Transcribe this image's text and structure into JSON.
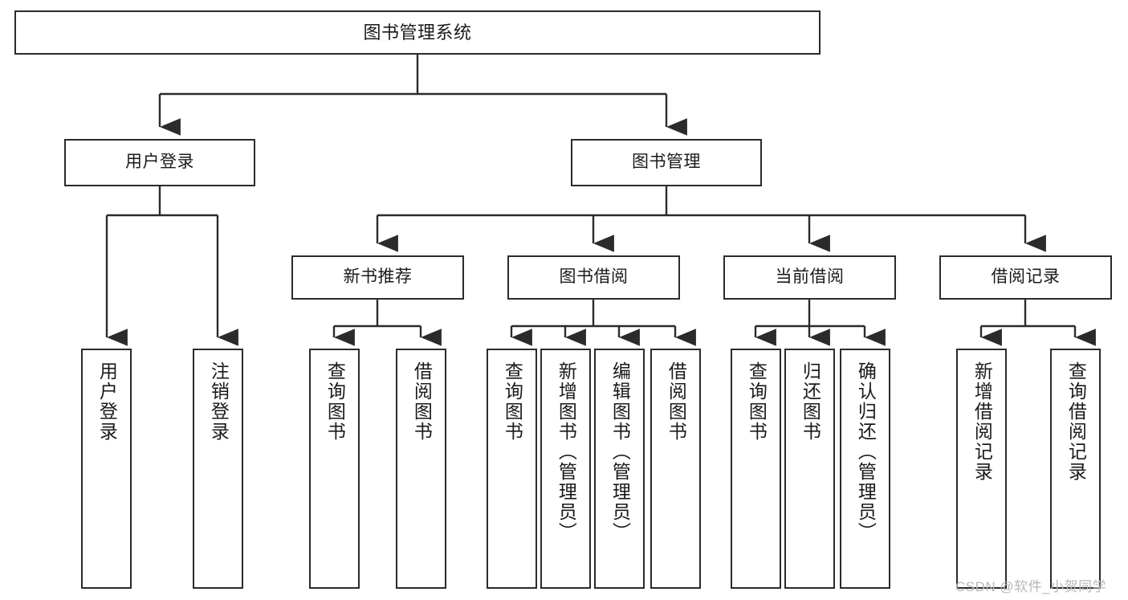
{
  "diagram": {
    "title": "图书管理系统",
    "type": "tree",
    "watermark": "CSDN @软件_小贺同学",
    "colors": {
      "box_border": "#2b2b2b",
      "box_fill": "#ffffff",
      "connector": "#2b2b2b",
      "text": "#1a1a1a",
      "watermark": "#b7b7b7"
    },
    "levels": {
      "root": {
        "label": "图书管理系统"
      },
      "level2": [
        {
          "id": "user-login",
          "label": "用户登录"
        },
        {
          "id": "book-manage",
          "label": "图书管理"
        }
      ],
      "level3": [
        {
          "id": "new-book-recommend",
          "label": "新书推荐"
        },
        {
          "id": "book-borrow",
          "label": "图书借阅"
        },
        {
          "id": "current-borrow",
          "label": "当前借阅"
        },
        {
          "id": "borrow-record",
          "label": "借阅记录"
        }
      ],
      "leaves": {
        "user-login": [
          {
            "id": "leaf-user-login",
            "label": "用户登录"
          },
          {
            "id": "leaf-logout-login",
            "label": "注销登录"
          }
        ],
        "new-book-recommend": [
          {
            "id": "leaf-query-book-1",
            "label": "查询图书"
          },
          {
            "id": "leaf-borrow-book-1",
            "label": "借阅图书"
          }
        ],
        "book-borrow": [
          {
            "id": "leaf-query-book-2",
            "label": "查询图书"
          },
          {
            "id": "leaf-add-book",
            "label": "新增图书（管理员）"
          },
          {
            "id": "leaf-edit-book",
            "label": "编辑图书（管理员）"
          },
          {
            "id": "leaf-borrow-book-2",
            "label": "借阅图书"
          }
        ],
        "current-borrow": [
          {
            "id": "leaf-query-book-3",
            "label": "查询图书"
          },
          {
            "id": "leaf-return-book",
            "label": "归还图书"
          },
          {
            "id": "leaf-confirm-return",
            "label": "确认归还（管理员）"
          }
        ],
        "borrow-record": [
          {
            "id": "leaf-add-record",
            "label": "新增借阅记录"
          },
          {
            "id": "leaf-query-record",
            "label": "查询借阅记录"
          }
        ]
      }
    }
  }
}
